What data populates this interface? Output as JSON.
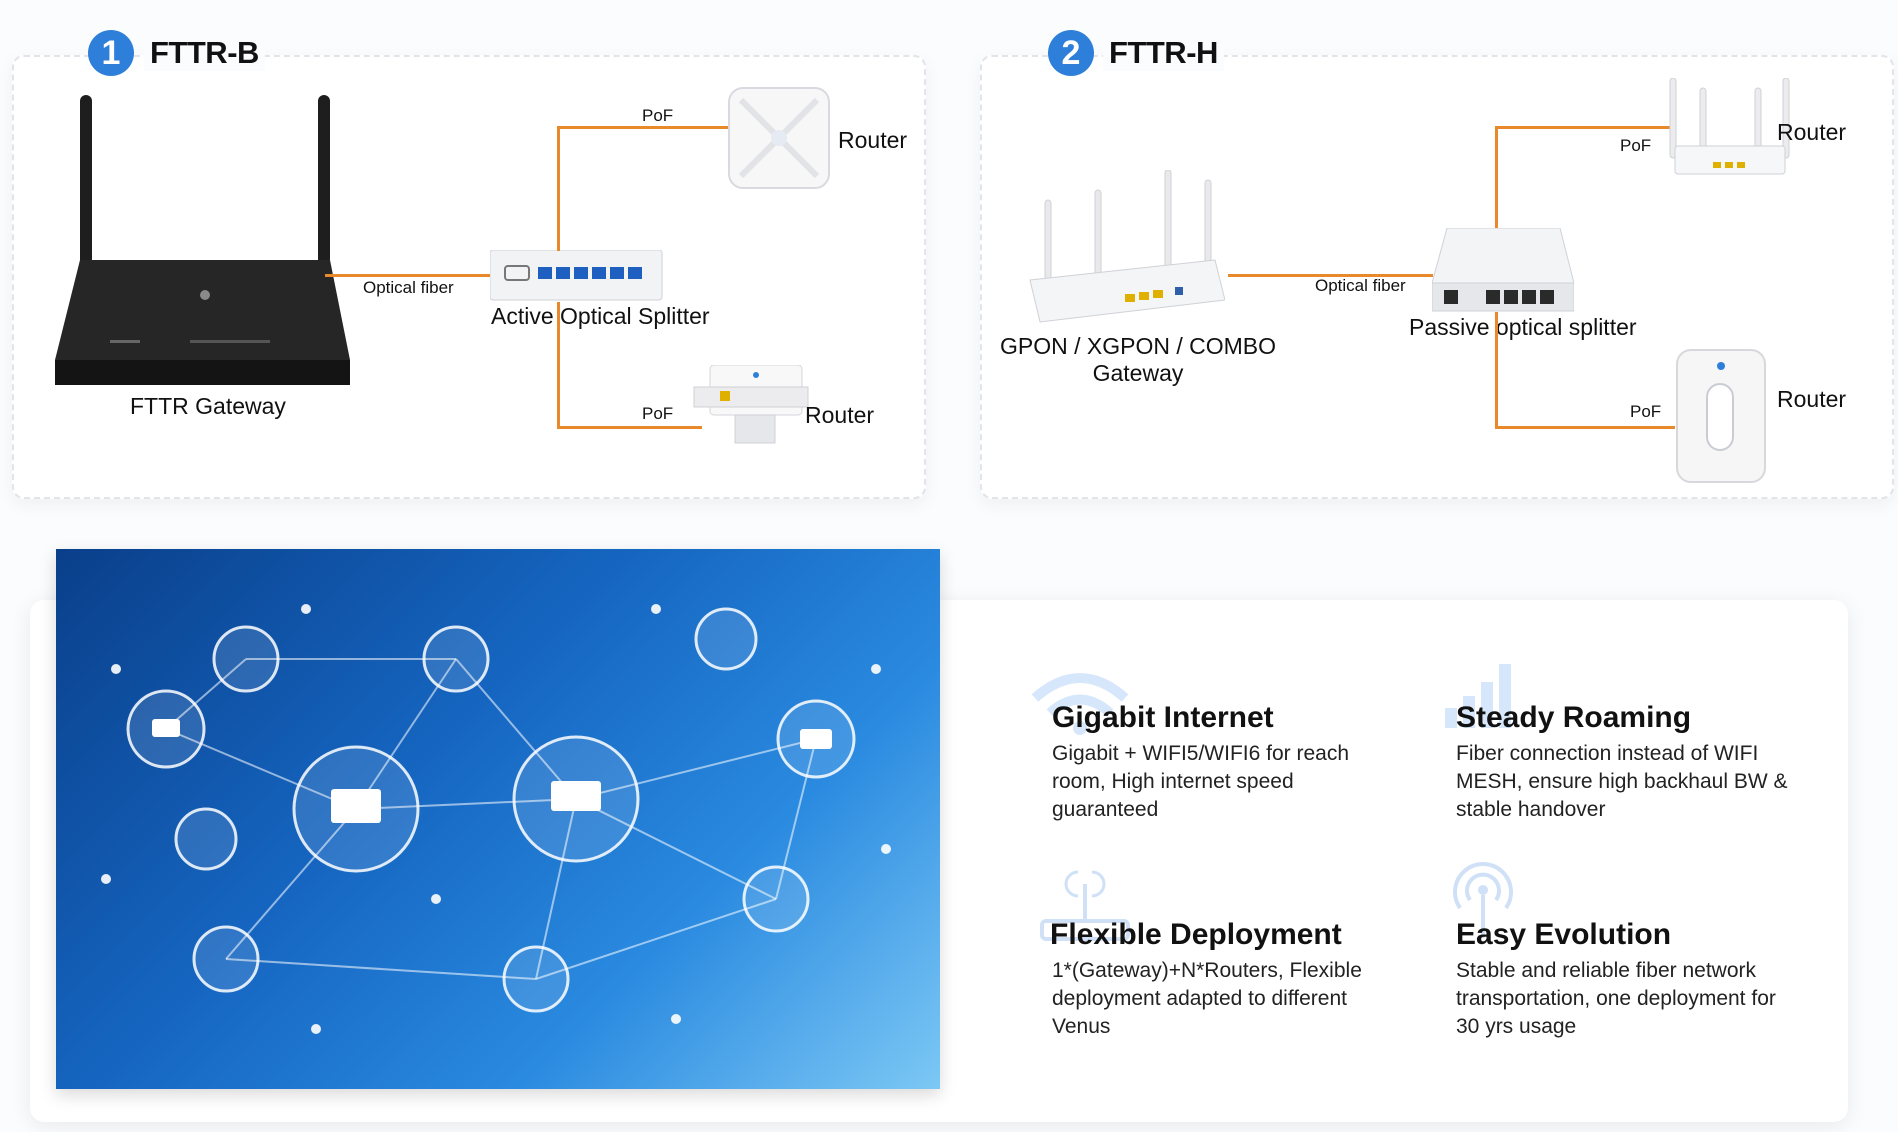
{
  "fttr_b": {
    "number": "1",
    "title": "FTTR-B",
    "gateway_label": "FTTR Gateway",
    "optical_fiber_label": "Optical fiber",
    "splitter_label": "Active Optical Splitter",
    "pof_top": "PoF",
    "pof_bottom": "PoF",
    "router_top": "Router",
    "router_bottom": "Router"
  },
  "fttr_h": {
    "number": "2",
    "title": "FTTR-H",
    "gateway_label_line1": "GPON / XGPON / COMBO",
    "gateway_label_line2": "Gateway",
    "optical_fiber_label": "Optical fiber",
    "splitter_label": "Passive optical splitter",
    "pof_top": "PoF",
    "pof_bottom": "PoF",
    "router_top": "Router",
    "router_bottom": "Router"
  },
  "features": [
    {
      "title": "Gigabit Internet",
      "desc": "Gigabit + WIFI5/WIFI6 for reach room, High internet speed guaranteed",
      "icon": "wifi-icon"
    },
    {
      "title": "Steady Roaming",
      "desc": "Fiber connection instead of WIFI MESH, ensure high backhaul BW & stable handover",
      "icon": "signal-bars-icon"
    },
    {
      "title": "Flexible Deployment",
      "desc": "1*(Gateway)+N*Routers, Flexible deployment adapted to different Venus",
      "icon": "router-antenna-icon"
    },
    {
      "title": "Easy Evolution",
      "desc": "Stable and reliable fiber network transportation, one deployment for 30 yrs usage",
      "icon": "broadcast-icon"
    }
  ],
  "colors": {
    "accent_blue": "#2e7fd9",
    "fiber_orange": "#e88a2c"
  }
}
